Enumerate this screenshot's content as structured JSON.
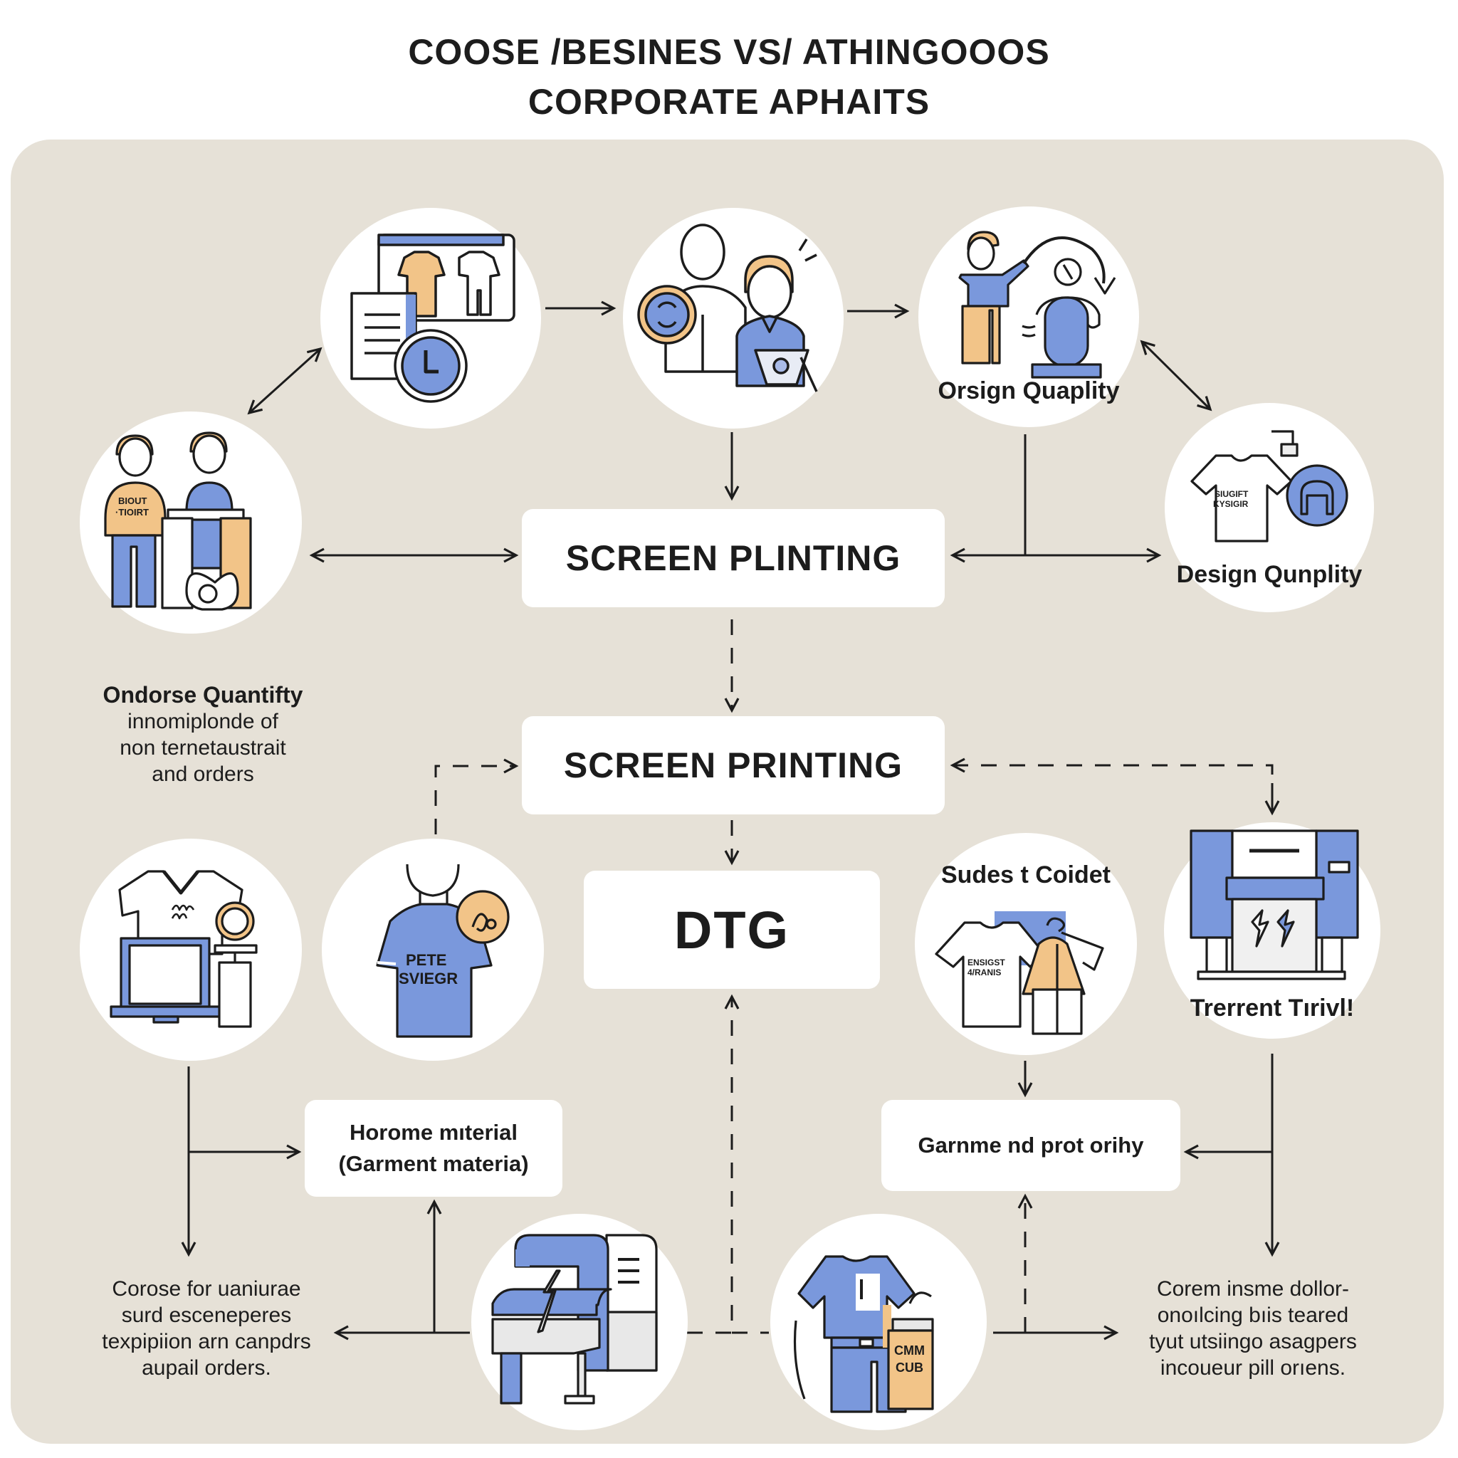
{
  "title": {
    "line1": "COOSE /BESINES VS/ ATHINGOOOS",
    "line2": "CORPORATE APHAITS"
  },
  "colors": {
    "panel_bg": "#e6e1d7",
    "accent_blue": "#7a98dc",
    "accent_orange": "#f2c488",
    "node_bg": "#ffffff",
    "line": "#1c1c1c"
  },
  "process_boxes": {
    "screen_plinting": "SCREEN PLINTING",
    "screen_printing": "SCREEN PRINTING",
    "dtg": "DTG",
    "home_material": {
      "line1": "Horome mıterial",
      "line2": "(Garment materia)"
    },
    "garment_priority": "Garnme nd prot orihy"
  },
  "node_labels": {
    "orsign_quality": "Orsign Quaplity",
    "design_quality": "Design Qunplity",
    "student_coidet": "Sudes t Coidet",
    "trerrent_trivl": "Trerrent Tırivl!"
  },
  "notes": {
    "left_mid": {
      "heading": "Ondorse Quantifty",
      "lines": [
        "innomiplonde of",
        "non ternetaustrait",
        "and orders"
      ]
    },
    "left_bottom": {
      "lines": [
        "Corose for uaniurae",
        "surd esceneperes",
        "texpipiion arn canpdrs",
        "aupail orders."
      ]
    },
    "right_bottom": {
      "lines": [
        "Corem insme dollor-",
        "onoılcing bıis teared",
        "tyut utsiingo asagpers",
        "incoueur pill orıens."
      ]
    }
  },
  "icons": {
    "node_1": "catalog-window-clock-icon",
    "node_2": "client-consultation-icon",
    "node_3": "design-approval-mannequin-icon",
    "node_4": "team-packing-orders-icon",
    "node_5": "tshirt-ink-bottle-icon",
    "node_6": "tshirt-computer-design-icon",
    "node_7": "person-printed-tshirt-icon",
    "node_8": "student-apparel-icon",
    "node_9": "printing-press-icon",
    "node_10": "dtg-printer-icon",
    "node_11": "garment-uniform-supplies-icon"
  },
  "garment_texts": {
    "node_7_shirt": [
      "PETE",
      "SVIEGR"
    ],
    "node_11_box": [
      "CMM",
      "CUB"
    ]
  }
}
